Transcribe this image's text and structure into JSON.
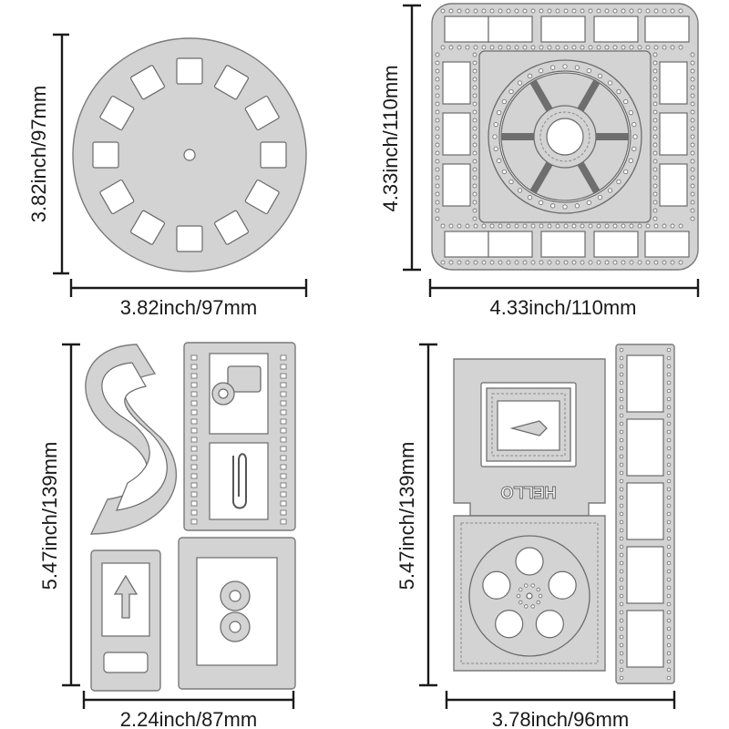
{
  "dimensions": {
    "wheel": {
      "height": "3.82inch/97mm",
      "width": "3.82inch/97mm"
    },
    "square_board": {
      "height": "4.33inch/110mm",
      "width": "4.33inch/110mm"
    },
    "film_set": {
      "height": "5.47inch/139mm",
      "width": "2.24inch/87mm"
    },
    "camera_set": {
      "height": "5.47inch/139mm",
      "width": "3.78inch/96mm"
    }
  },
  "die_text": {
    "hello_stamp": "HELLO"
  },
  "colors": {
    "die_fill": "#d3d3d3",
    "die_outline": "#7a7a7a",
    "dimension_line": "#1a1a1a"
  }
}
